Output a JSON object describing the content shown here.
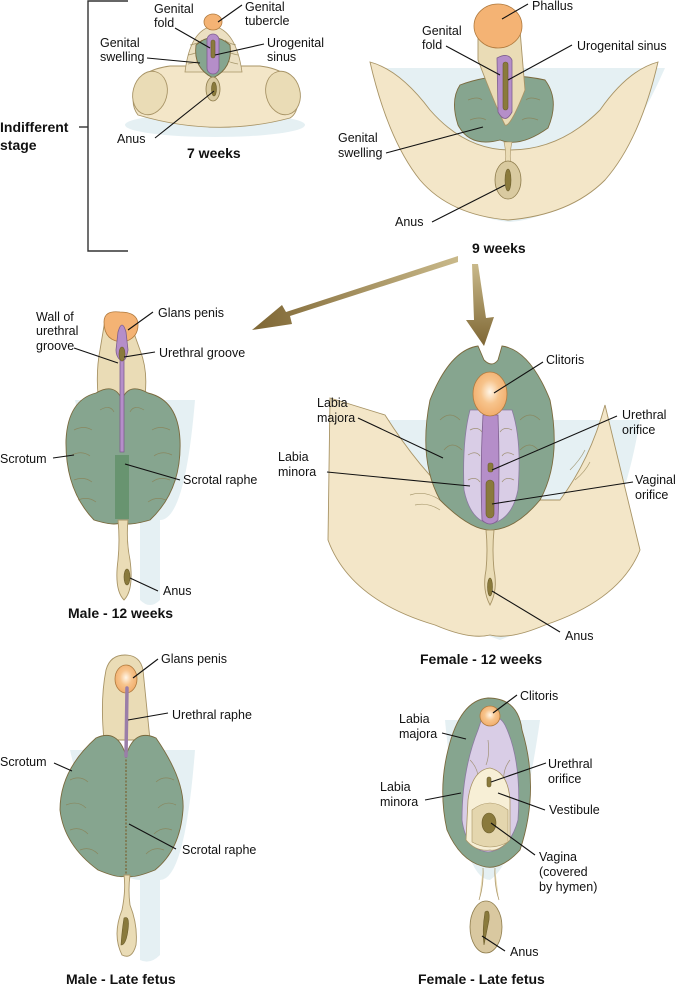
{
  "figure": {
    "bracket_label": [
      "Indifferent",
      "stage"
    ],
    "panels": {
      "week7": {
        "title": "7 weeks",
        "labels": {
          "genital_fold": [
            "Genital",
            "fold"
          ],
          "genital_tubercle": [
            "Genital",
            "tubercle"
          ],
          "genital_swelling": [
            "Genital",
            "swelling"
          ],
          "urogenital_sinus": [
            "Urogenital",
            "sinus"
          ],
          "anus": "Anus"
        }
      },
      "week9": {
        "title": "9 weeks",
        "labels": {
          "phallus": "Phallus",
          "genital_fold": [
            "Genital",
            "fold"
          ],
          "urogenital_sinus": "Urogenital sinus",
          "genital_swelling": [
            "Genital",
            "swelling"
          ],
          "anus": "Anus"
        }
      },
      "male12": {
        "title": "Male - 12 weeks",
        "labels": {
          "wall_urethral_groove": [
            "Wall of",
            "urethral",
            "groove"
          ],
          "glans_penis": "Glans penis",
          "urethral_groove": "Urethral groove",
          "scrotum": "Scrotum",
          "scrotal_raphe": "Scrotal raphe",
          "anus": "Anus"
        }
      },
      "female12": {
        "title": "Female - 12 weeks",
        "labels": {
          "clitoris": "Clitoris",
          "labia_majora": [
            "Labia",
            "majora"
          ],
          "urethral_orifice": [
            "Urethral",
            "orifice"
          ],
          "labia_minora": [
            "Labia",
            "minora"
          ],
          "vaginal_orifice": [
            "Vaginal",
            "orifice"
          ],
          "anus": "Anus"
        }
      },
      "maleLate": {
        "title": "Male - Late fetus",
        "labels": {
          "glans_penis": "Glans penis",
          "urethral_raphe": "Urethral raphe",
          "scrotum": "Scrotum",
          "scrotal_raphe": "Scrotal raphe"
        }
      },
      "femaleLate": {
        "title": "Female - Late fetus",
        "labels": {
          "clitoris": "Clitoris",
          "labia_majora": [
            "Labia",
            "majora"
          ],
          "urethral_orifice": [
            "Urethral",
            "orifice"
          ],
          "labia_minora": [
            "Labia",
            "minora"
          ],
          "vestibule": "Vestibule",
          "vagina": [
            "Vagina",
            "(covered",
            "by hymen)"
          ],
          "anus": "Anus"
        }
      }
    },
    "colors": {
      "skin": "#f3e6c8",
      "genital_swelling_green": "#86a58f",
      "urogenital_purple": "#b58ec9",
      "labia_minora_lilac": "#d9cde6",
      "glans_orange": "#f4b374",
      "arrow_brown": "#8a7440"
    }
  }
}
